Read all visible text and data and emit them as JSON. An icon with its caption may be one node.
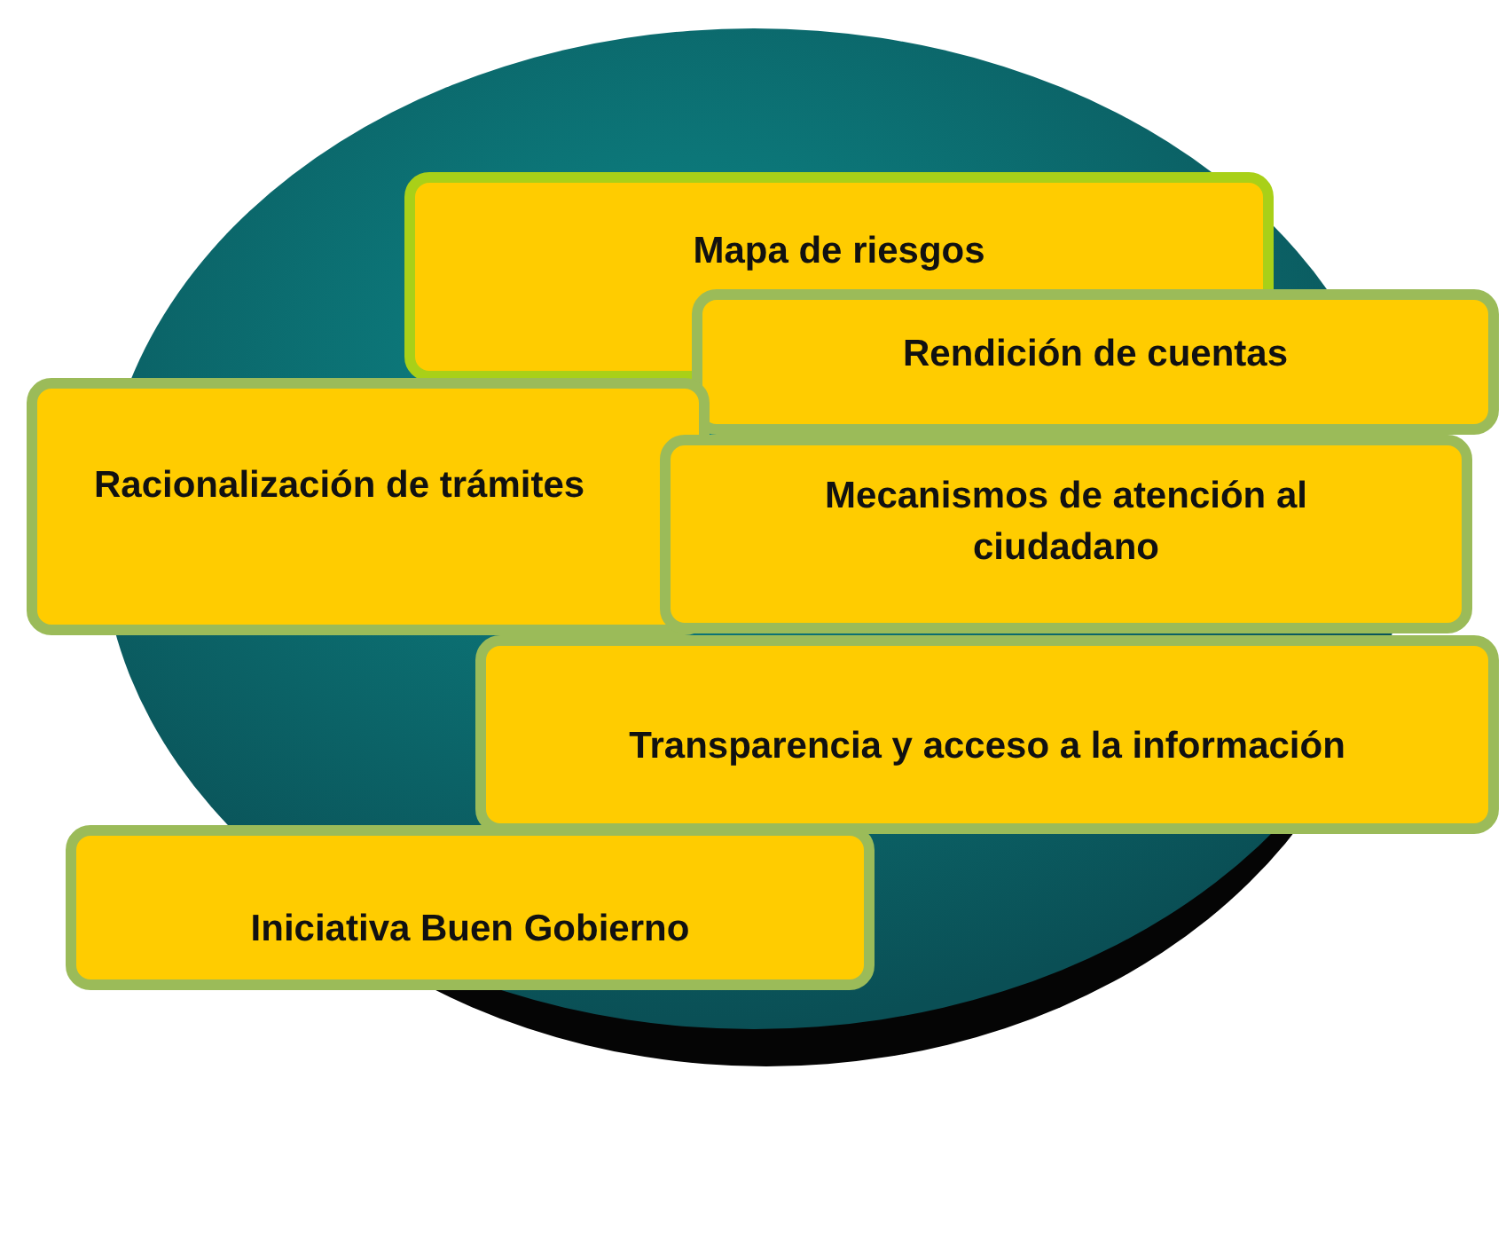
{
  "diagram": {
    "nodes": [
      {
        "text": [
          "Mapa de riesgos"
        ]
      },
      {
        "text": [
          "Rendición de cuentas"
        ]
      },
      {
        "text": [
          "Racionalización de trámites"
        ]
      },
      {
        "text": [
          "Mecanismos de atención al ciudadano"
        ]
      },
      {
        "text": [
          "Transparencia y acceso a la información"
        ]
      },
      {
        "text": [
          "Iniciativa Buen Gobierno"
        ]
      }
    ]
  }
}
